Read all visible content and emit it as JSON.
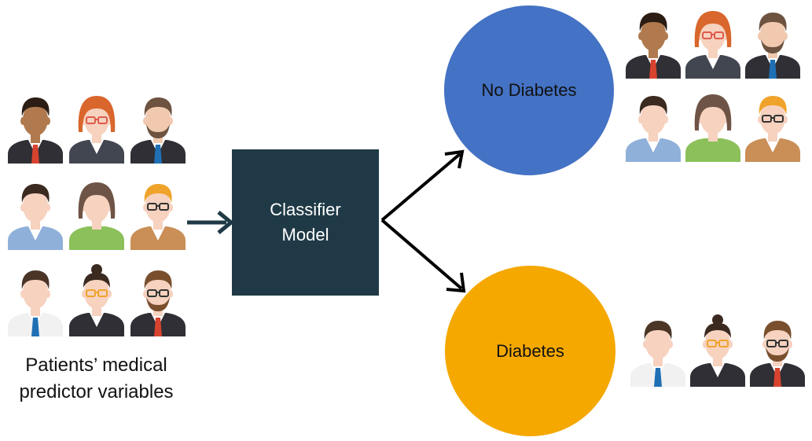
{
  "model": {
    "line1": "Classifier",
    "line2": "Model",
    "fill": "#1f3a46"
  },
  "input": {
    "caption_line1": "Patients’ medical",
    "caption_line2": "predictor variables"
  },
  "outcomes": {
    "no_diabetes": {
      "label": "No Diabetes",
      "color": "#4472c4"
    },
    "diabetes": {
      "label": "Diabetes",
      "color": "#f5a800"
    }
  },
  "icons": {
    "input_grid": [
      {
        "name": "man-tie-dark-icon"
      },
      {
        "name": "woman-redhead-glasses-icon"
      },
      {
        "name": "man-beard-icon"
      },
      {
        "name": "man-blue-shirt-icon"
      },
      {
        "name": "woman-green-shirt-icon"
      },
      {
        "name": "man-blond-glasses-icon"
      },
      {
        "name": "man-white-shirt-tie-icon"
      },
      {
        "name": "woman-bun-glasses-icon"
      },
      {
        "name": "man-glasses-goatee-icon"
      }
    ],
    "no_diabetes_group": [
      {
        "name": "man-tie-dark-icon"
      },
      {
        "name": "woman-redhead-glasses-icon"
      },
      {
        "name": "man-beard-icon"
      },
      {
        "name": "man-blue-shirt-icon"
      },
      {
        "name": "woman-green-shirt-icon"
      },
      {
        "name": "man-blond-glasses-icon"
      }
    ],
    "diabetes_group": [
      {
        "name": "man-white-shirt-tie-icon"
      },
      {
        "name": "woman-bun-glasses-icon"
      },
      {
        "name": "man-glasses-goatee-icon"
      }
    ]
  }
}
